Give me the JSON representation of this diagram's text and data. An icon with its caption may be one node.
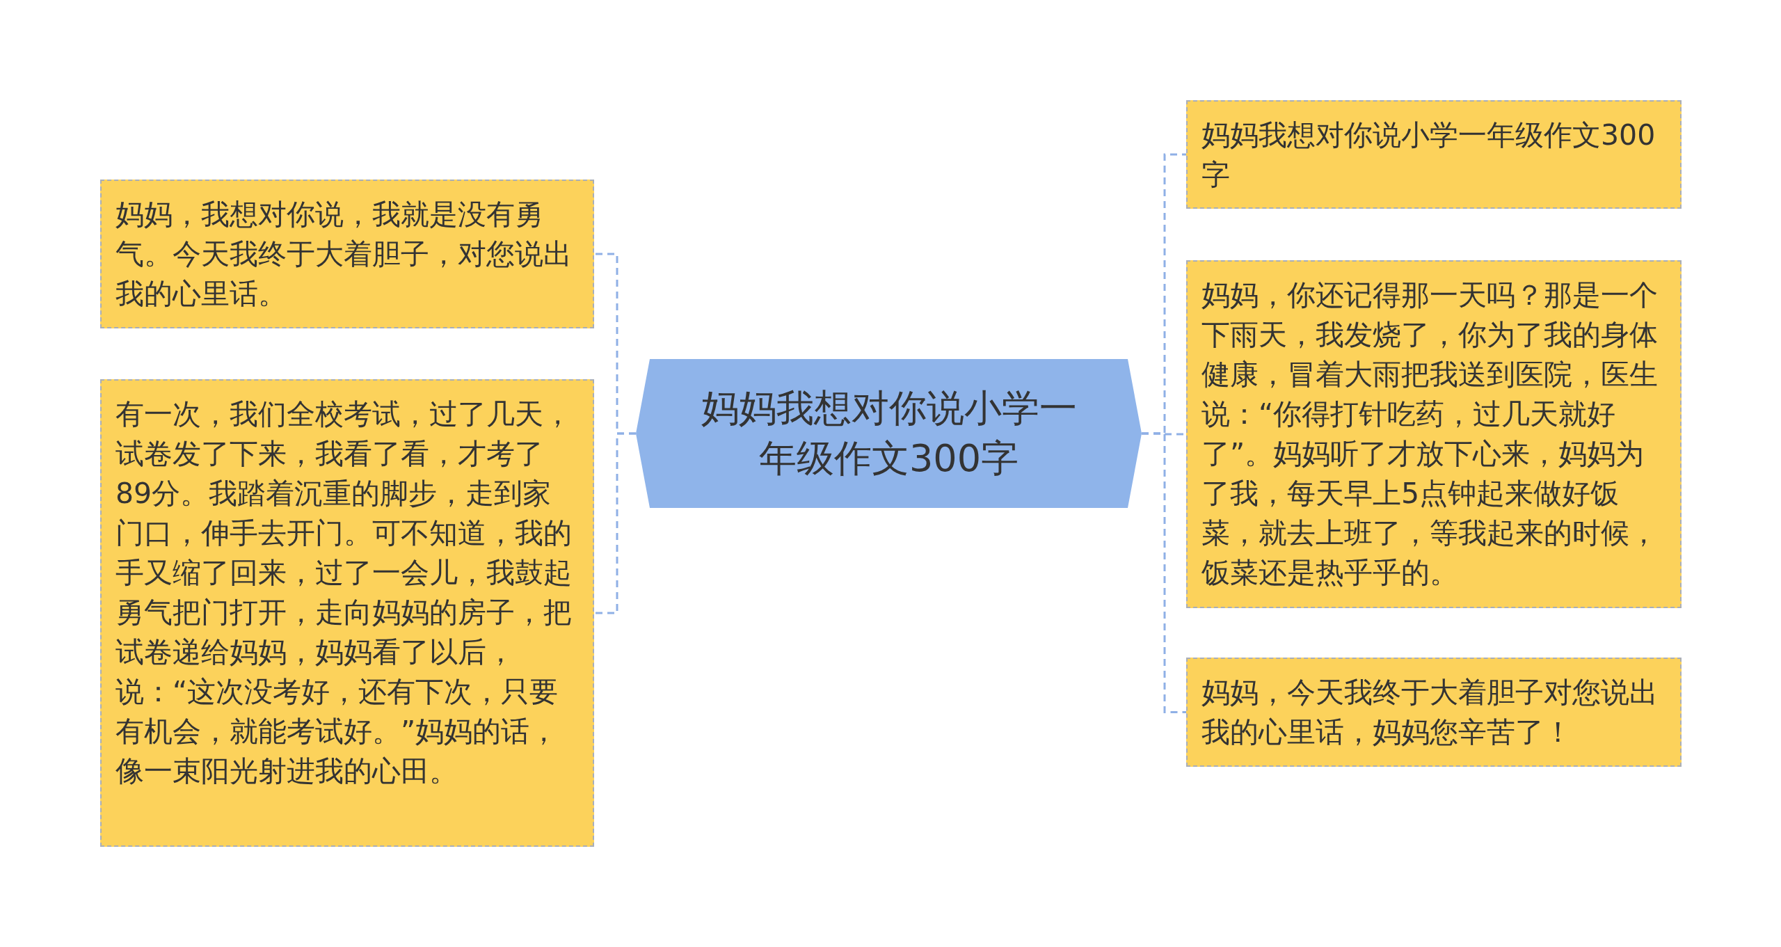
{
  "diagram": {
    "nodes": [
      {
        "text": [
          "妈妈我想对你说小学一年级作文300字"
        ]
      },
      {
        "text": [
          "妈妈，我想对你说，我就是没有勇气。今天我终于大着胆子，对您说出我的心里话。"
        ]
      },
      {
        "text": [
          "有一次，我们全校考试，过了几天，试卷发了下来，我看了看，才考了89分。我踏着沉重的脚步，走到家门口，伸手去开门。可不知道，我的手又缩了回来，过了一会儿，我鼓起勇气把门打开，走向妈妈的房子，把试卷递给妈妈，妈妈看了以后，说：“这次没考好，还有下次，只要有机会，就能考试好。”妈妈的话，像一束阳光射进我的心田。"
        ]
      },
      {
        "text": [
          "妈妈我想对你说小学一年级作文300字"
        ]
      },
      {
        "text": [
          "妈妈，你还记得那一天吗？那是一个下雨天，我发烧了，你为了我的身体健康，冒着大雨把我送到医院，医生说：“你得打针吃药，过几天就好了”。妈妈听了才放下心来，妈妈为了我，每天早上5点钟起来做好饭菜，就去上班了，等我起来的时候，饭菜还是热乎乎的。"
        ]
      },
      {
        "text": [
          "妈妈，今天我终于大着胆子对您说出我的心里话，妈妈您辛苦了！"
        ]
      }
    ],
    "edges": [
      {
        "from": 0,
        "to": 1,
        "arrow": "none",
        "style": "dashed"
      },
      {
        "from": 0,
        "to": 2,
        "arrow": "none",
        "style": "dashed"
      },
      {
        "from": 0,
        "to": 3,
        "arrow": "none",
        "style": "dashed"
      },
      {
        "from": 0,
        "to": 4,
        "arrow": "none",
        "style": "dashed"
      },
      {
        "from": 0,
        "to": 5,
        "arrow": "none",
        "style": "dashed"
      }
    ]
  }
}
